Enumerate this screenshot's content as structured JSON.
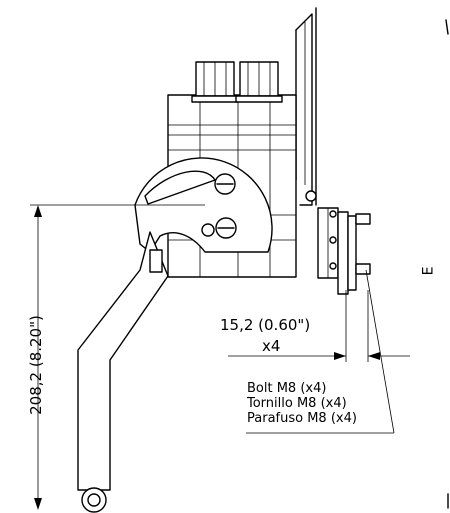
{
  "dimensions": {
    "height_label": "208,2 (8.20\")",
    "offset_label": "15,2 (0.60\")",
    "offset_multiplier": "x4"
  },
  "bolt_note": {
    "lines": [
      "Bolt M8  (x4)",
      "Tornillo M8  (x4)",
      "Parafuso M8  (x4)"
    ]
  },
  "side_view_label": "E"
}
